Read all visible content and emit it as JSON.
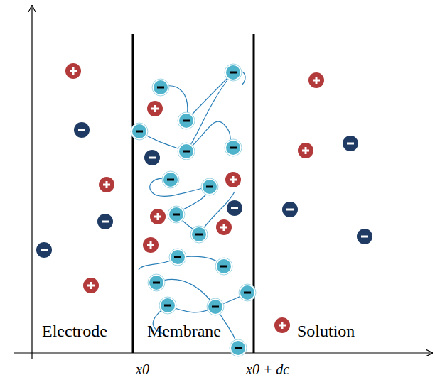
{
  "diagram": {
    "labels": [
      "Electrode",
      "Membrane",
      "Solution",
      "x0",
      "x0 + dc"
    ]
  }
}
